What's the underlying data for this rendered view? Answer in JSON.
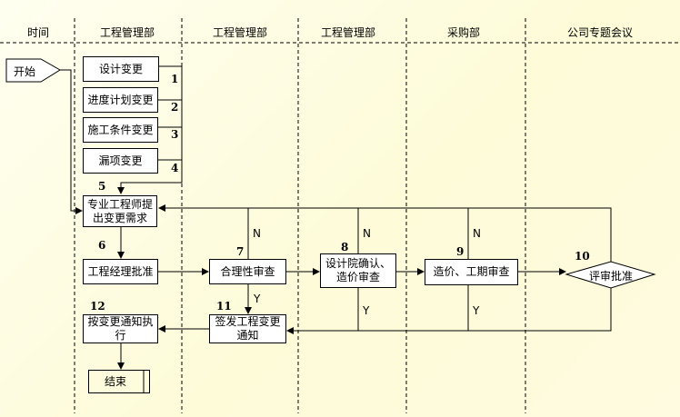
{
  "headers": [
    "时间",
    "工程管理部",
    "工程管理部",
    "工程管理部",
    "采购部",
    "公司专题会议"
  ],
  "start": "开始",
  "end": "结束",
  "change_types": [
    "设计变更",
    "进度计划变更",
    "施工条件变更",
    "漏项变更"
  ],
  "change_numbers": [
    "1",
    "2",
    "3",
    "4"
  ],
  "steps": {
    "s5": {
      "num": "5",
      "label": "专业工程师提出变更需求"
    },
    "s6": {
      "num": "6",
      "label": "工程经理批准"
    },
    "s7": {
      "num": "7",
      "label": "合理性审查"
    },
    "s8": {
      "num": "8",
      "label": "设计院确认、造价审查"
    },
    "s9": {
      "num": "9",
      "label": "造价、工期审查"
    },
    "s10": {
      "num": "10",
      "label": "评审批准"
    },
    "s11": {
      "num": "11",
      "label": "签发工程变更通知"
    },
    "s12": {
      "num": "12",
      "label": "按变更通知执行"
    }
  },
  "branch": {
    "no": "N",
    "yes": "Y"
  }
}
